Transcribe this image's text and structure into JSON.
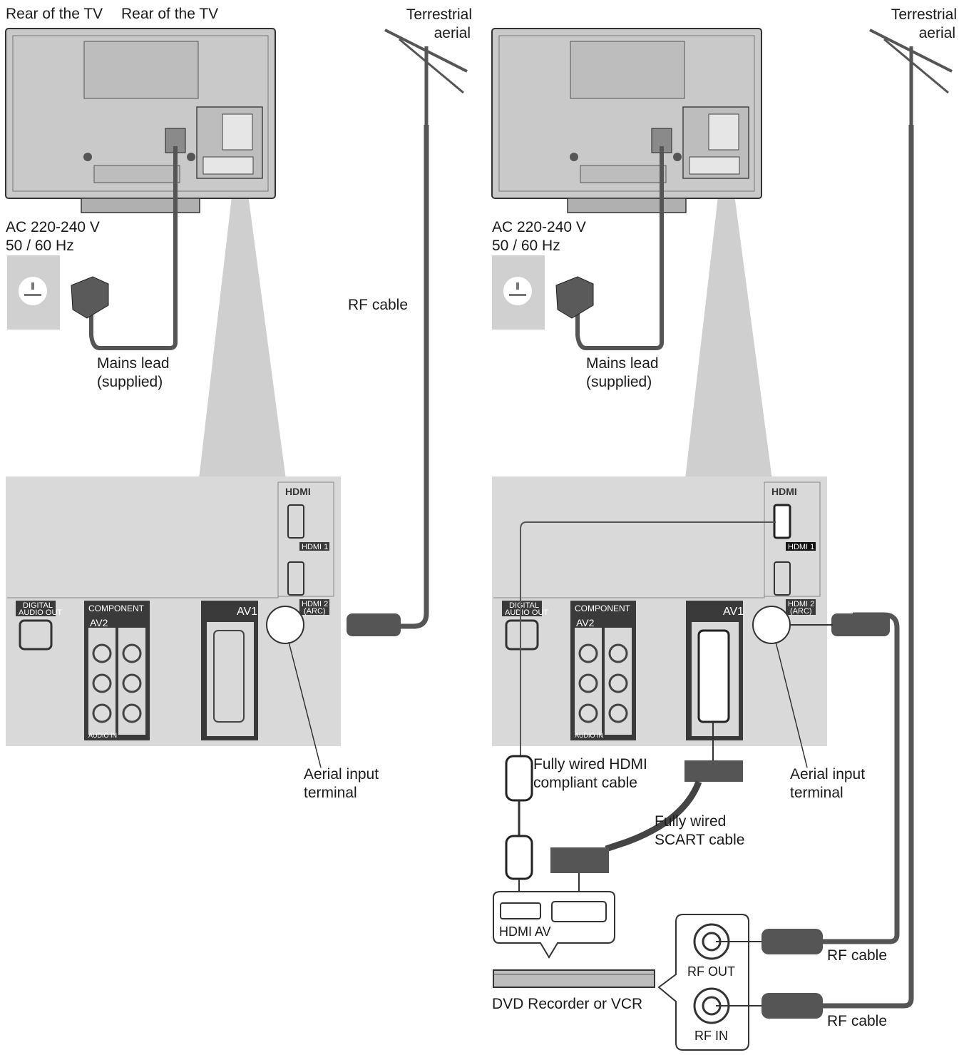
{
  "left": {
    "rear_label": "Rear of the TV",
    "aerial": [
      "Terrestrial",
      "aerial"
    ],
    "power": [
      "AC 220-240 V",
      "50 / 60 Hz"
    ],
    "mains": [
      "Mains lead",
      "(supplied)"
    ],
    "rf_cable": "RF cable",
    "aerial_input": [
      "Aerial input",
      "terminal"
    ]
  },
  "right": {
    "rear_label": "Rear of the TV",
    "aerial": [
      "Terrestrial",
      "aerial"
    ],
    "power": [
      "AC 220-240 V",
      "50 / 60 Hz"
    ],
    "mains": [
      "Mains lead",
      "(supplied)"
    ],
    "aerial_input": [
      "Aerial input",
      "terminal"
    ],
    "hdmi_cable": [
      "Fully wired HDMI",
      "compliant cable"
    ],
    "scart_cable": [
      "Fully wired",
      "SCART cable"
    ],
    "hdmi_av": "HDMI AV",
    "device": "DVD Recorder or VCR",
    "rf_out": "RF OUT",
    "rf_in": "RF IN",
    "rf_cable_1": "RF cable",
    "rf_cable_2": "RF cable"
  },
  "panel": {
    "hdmi_logo": "HDMI",
    "hdmi1": "HDMI 1",
    "hdmi2": [
      "HDMI 2",
      "(ARC)"
    ],
    "digital_audio": [
      "DIGITAL",
      "AUDIO OUT"
    ],
    "component": "COMPONENT",
    "av2": "AV2",
    "audio_in": "AUDIO IN",
    "av1": "AV1"
  },
  "colors": {
    "panel_fill": "#d9d9d9",
    "beam_fill": "#cfcfcf",
    "tv_fill": "#c9c9c9",
    "cable": "#555555",
    "dark_label": "#3a3a3a"
  }
}
